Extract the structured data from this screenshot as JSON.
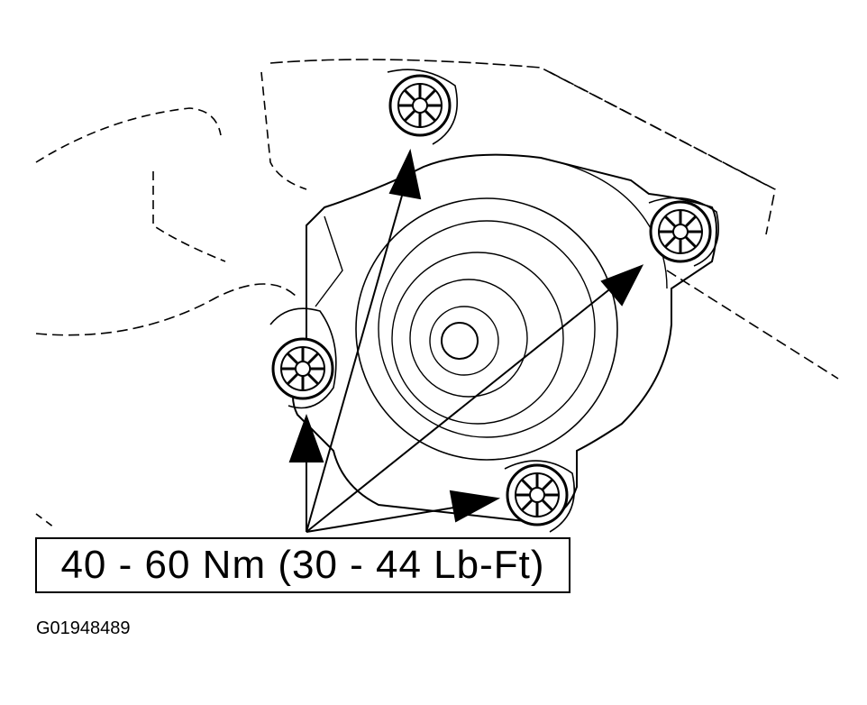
{
  "diagram": {
    "torque_label": "40 - 60 Nm (30 - 44 Lb-Ft)",
    "figure_id": "G01948489",
    "line_color": "#000000",
    "background_color": "#ffffff",
    "bolts": [
      "top-bolt",
      "right-bolt",
      "left-bolt",
      "bottom-right-bolt"
    ]
  }
}
